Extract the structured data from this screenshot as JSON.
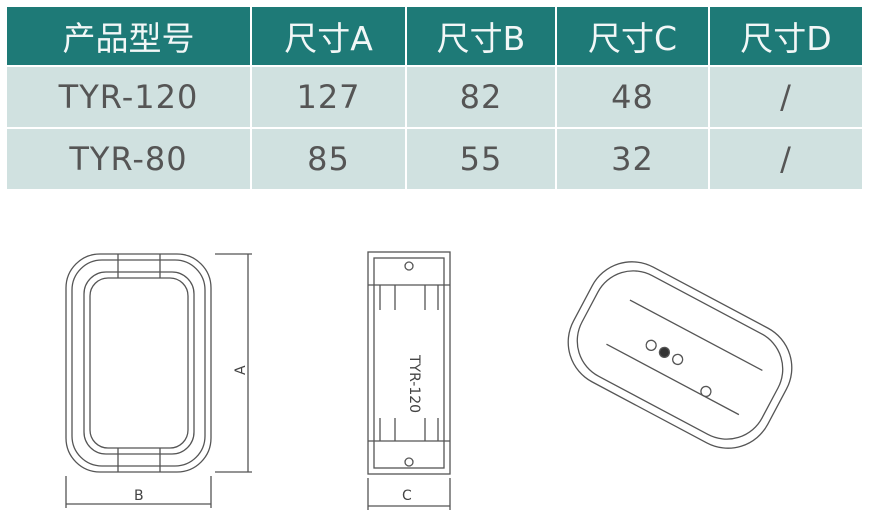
{
  "table": {
    "headers": [
      "产品型号",
      "尺寸A",
      "尺寸B",
      "尺寸C",
      "尺寸D"
    ],
    "rows": [
      [
        "TYR-120",
        "127",
        "82",
        "48",
        "/"
      ],
      [
        "TYR-80",
        "85",
        "55",
        "32",
        "/"
      ]
    ]
  },
  "drawings": {
    "label_a": "A",
    "label_b": "B",
    "label_c": "C",
    "model_mark": "TYR-120"
  },
  "colors": {
    "header_bg": "#1e7a77",
    "row_bg": "#d0e1e0"
  }
}
